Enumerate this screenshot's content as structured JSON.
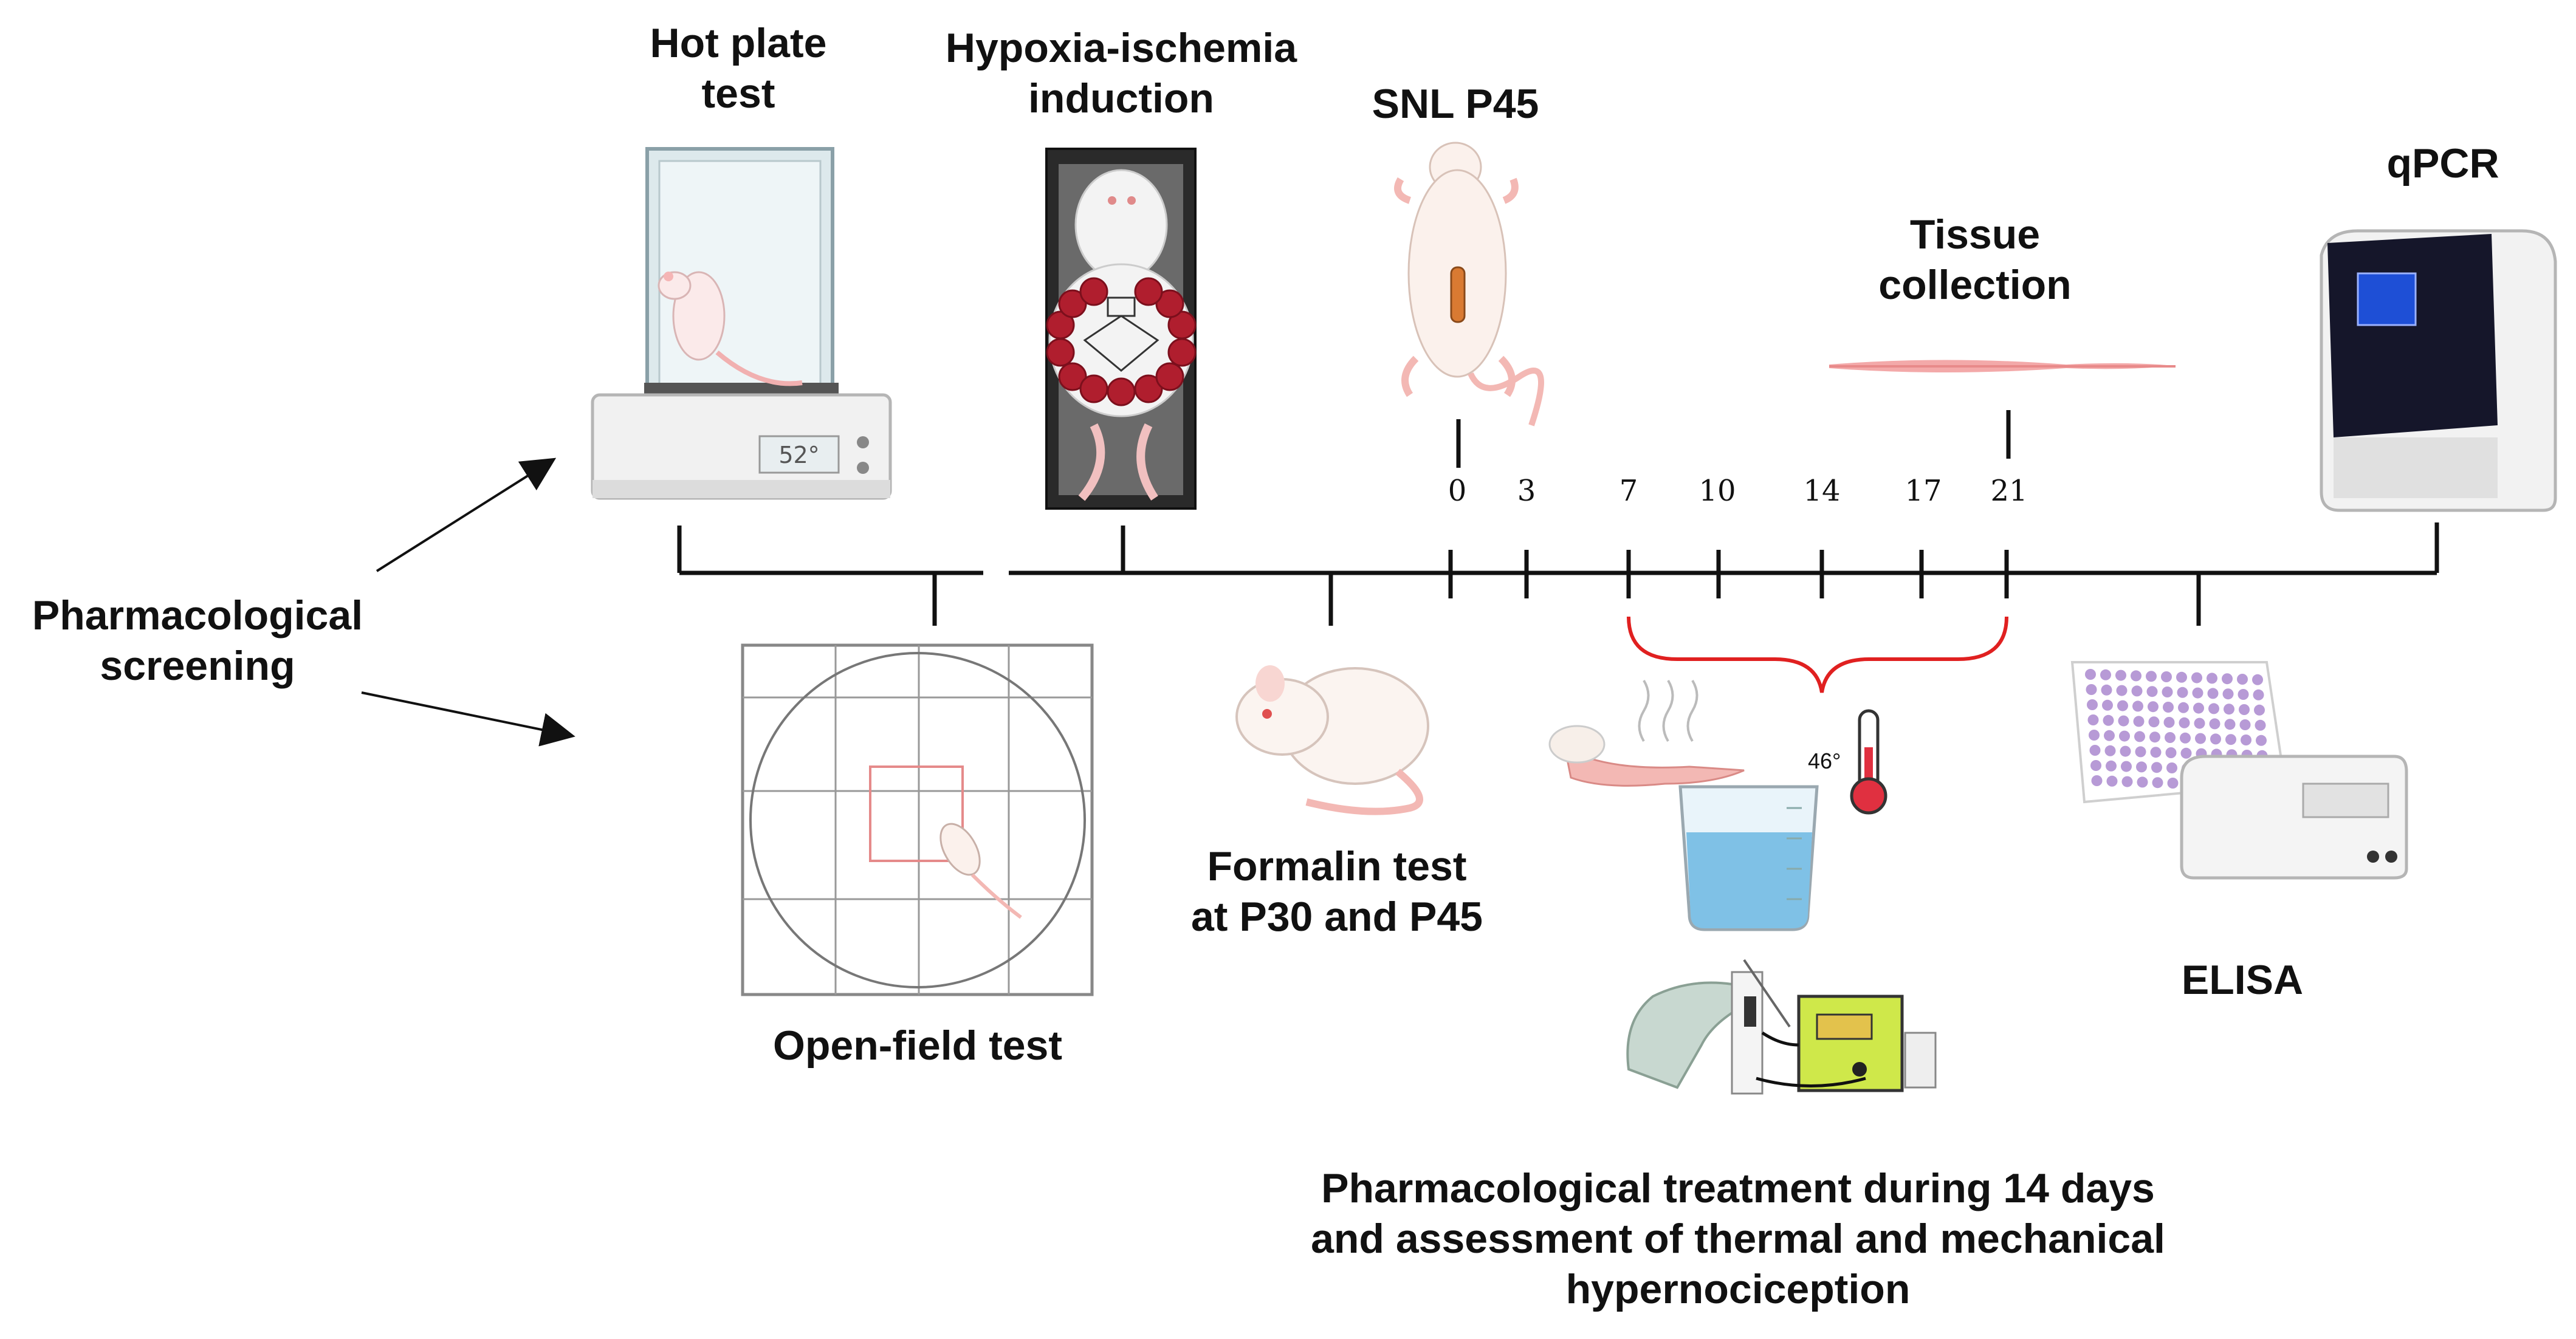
{
  "labels": {
    "hot_plate": "Hot plate\ntest",
    "hypoxia": "Hypoxia-ischemia\ninduction",
    "snl": "SNL P45",
    "qpcr": "qPCR",
    "tissue": "Tissue\ncollection",
    "pharm_screening": "Pharmacological\nscreening",
    "open_field": "Open-field test",
    "formalin": "Formalin test\nat P30 and P45",
    "elisa": "ELISA",
    "treatment": "Pharmacological  treatment  during 14 days\nand assessment   of thermal and mechanical\nhypernociception"
  },
  "timeline": {
    "days": [
      "0",
      "3",
      "7",
      "10",
      "14",
      "17",
      "21"
    ]
  },
  "hot_plate_display": "52°",
  "temperature": "46°",
  "colors": {
    "line": "#111111",
    "brace": "#e02020",
    "rat_pink": "#f4c6c4",
    "screen_blue": "#1e4fd6"
  }
}
